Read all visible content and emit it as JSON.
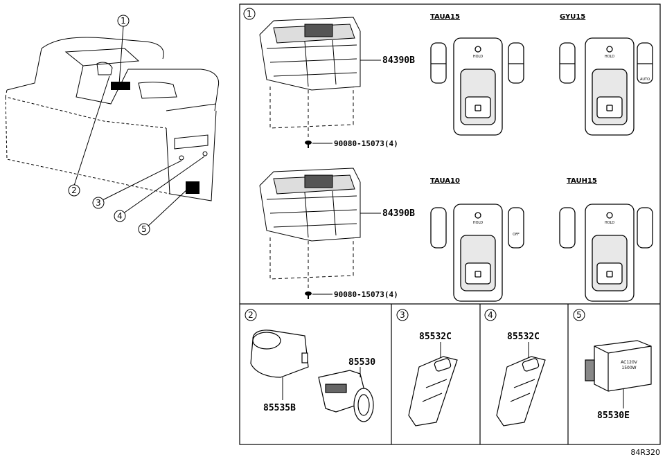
{
  "callouts": {
    "c1": "1",
    "c2": "2",
    "c3": "3",
    "c4": "4",
    "c5": "5"
  },
  "part_numbers": {
    "switch_upper": "84390B",
    "screw_upper": "90080-15073(4)",
    "switch_lower": "84390B",
    "screw_lower": "90080-15073(4)",
    "cap": "85535B",
    "socket": "85530",
    "usb_a": "85532C",
    "usb_b": "85532C",
    "outlet": "85530E"
  },
  "variants": [
    "TAUA15",
    "GYU15",
    "TAUA10",
    "TAUH15"
  ],
  "switch_texts": {
    "hold": "HOLD",
    "off": "OFF",
    "auto": "AUTO",
    "outlet_line1": "AC120V",
    "outlet_line2": "1500W"
  },
  "diagram_code": "84R320"
}
